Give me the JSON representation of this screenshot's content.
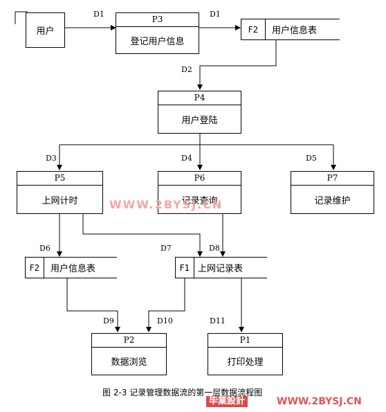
{
  "entity": {
    "label": "用户"
  },
  "processes": {
    "p3": {
      "id": "P3",
      "name": "登记用户信息"
    },
    "p4": {
      "id": "P4",
      "name": "用户登陆"
    },
    "p5": {
      "id": "P5",
      "name": "上网计时"
    },
    "p6": {
      "id": "P6",
      "name": "记录查询"
    },
    "p7": {
      "id": "P7",
      "name": "记录维护"
    },
    "p2": {
      "id": "P2",
      "name": "数据浏览"
    },
    "p1": {
      "id": "P1",
      "name": "打印处理"
    }
  },
  "stores": {
    "top": {
      "id": "F2",
      "name": "用户信息表"
    },
    "mid_left": {
      "id": "F2",
      "name": "用户信息表"
    },
    "mid_right": {
      "id": "F1",
      "name": "上网记录表"
    }
  },
  "flows": {
    "d1a": "D1",
    "d1b": "D1",
    "d2": "D2",
    "d3": "D3",
    "d4": "D4",
    "d5": "D5",
    "d6": "D6",
    "d7": "D7",
    "d8": "D8",
    "d9": "D9",
    "d10": "D10",
    "d11": "D11"
  },
  "caption": "图 2-3  记录管理数据流的第一层数据流程图",
  "watermark": {
    "center": "WWW.2BYSJ.CN",
    "bottom_cn": "毕業設計",
    "bottom_url": "WWW.2BYSJ.CN",
    "color": "#f4a6a0"
  }
}
